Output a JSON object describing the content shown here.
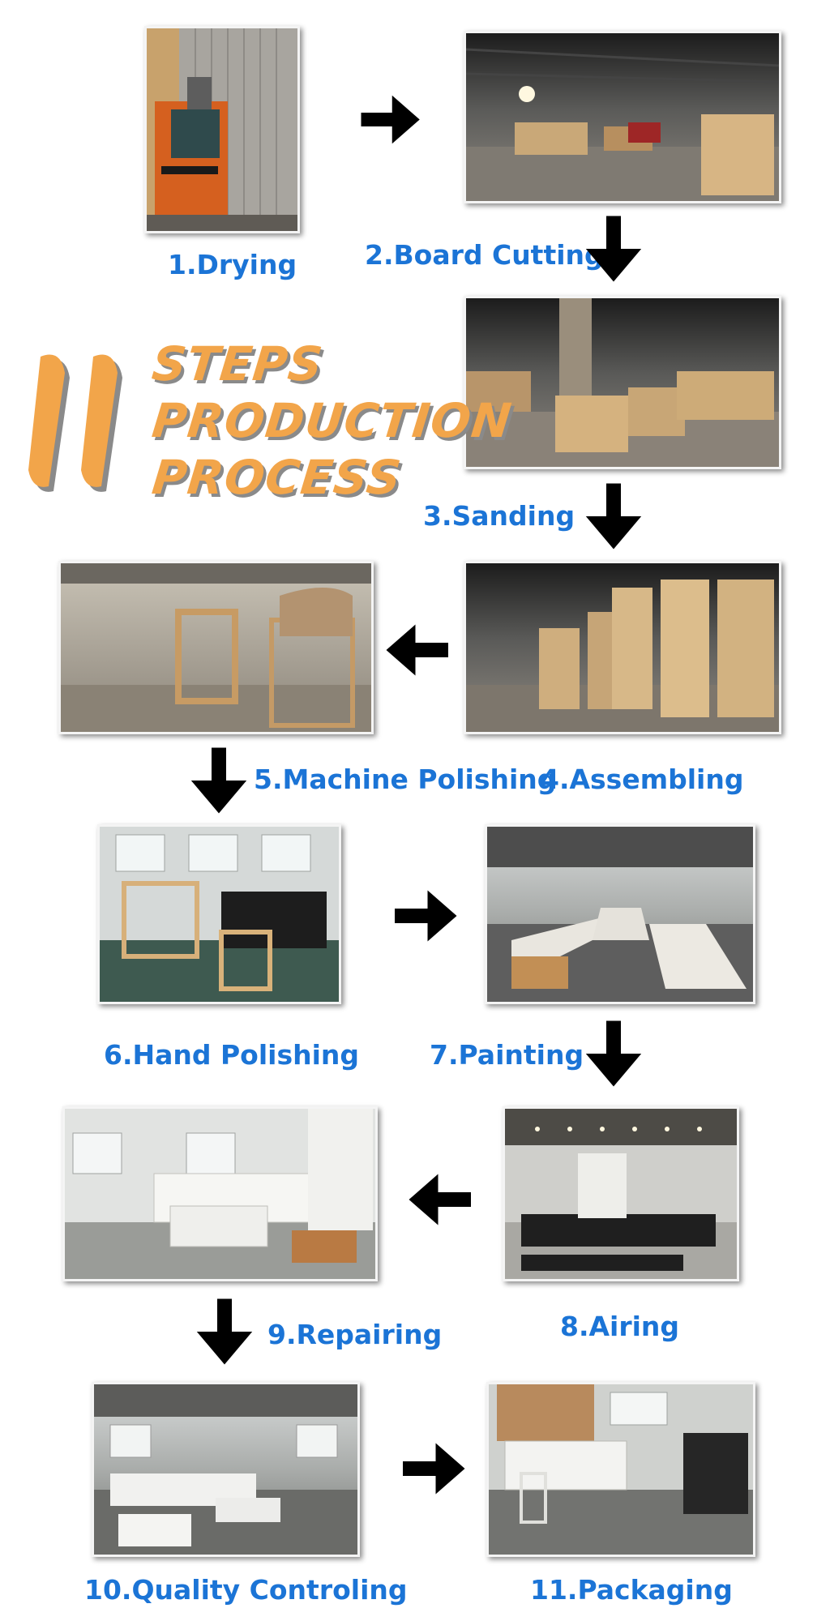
{
  "title": {
    "number": "11",
    "line1": "STEPS",
    "line2": "PRODUCTION",
    "line3": "PROCESS",
    "color": "#f2a54a"
  },
  "steps": [
    {
      "label": "1.Drying"
    },
    {
      "label": "2.Board Cutting"
    },
    {
      "label": "3.Sanding"
    },
    {
      "label": "4.Assembling"
    },
    {
      "label": "5.Machine Polishing"
    },
    {
      "label": "6.Hand Polishing"
    },
    {
      "label": "7.Painting"
    },
    {
      "label": "8.Airing"
    },
    {
      "label": "9.Repairing"
    },
    {
      "label": "10.Quality Controling"
    },
    {
      "label": "11.Packaging"
    }
  ],
  "colors": {
    "caption": "#1b74d6",
    "arrow": "#000000"
  }
}
